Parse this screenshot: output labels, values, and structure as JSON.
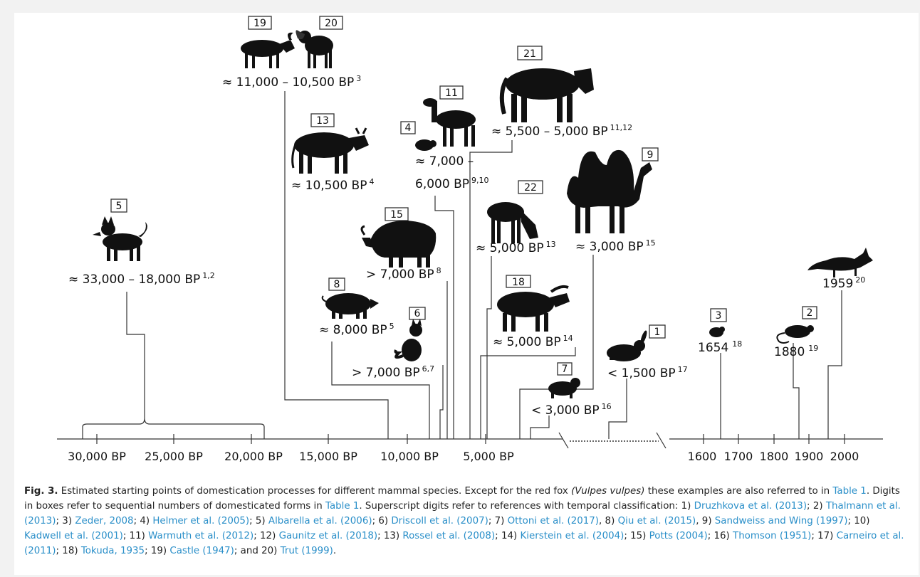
{
  "timeline": {
    "ticks": [
      "30,000 BP",
      "25,000 BP",
      "20,000 BP",
      "15,000 BP",
      "10,000 BP",
      "5,000 BP",
      "1600",
      "1700",
      "1800",
      "1900",
      "2000"
    ]
  },
  "species": [
    {
      "box": "5",
      "date": "≈ 33,000 – 18,000 BP",
      "sup": "1,2",
      "icon": "dog-icon"
    },
    {
      "box": "19",
      "date": "≈ 11,000 – 10,500 BP",
      "sup": "3",
      "icon": "goat-icon"
    },
    {
      "box": "20",
      "date": "",
      "sup": "",
      "icon": "sheep-icon"
    },
    {
      "box": "13",
      "date": "≈ 10,500 BP",
      "sup": "4",
      "icon": "cattle-icon"
    },
    {
      "box": "15",
      "date": "> 7,000 BP",
      "sup": "8",
      "icon": "yak-icon"
    },
    {
      "box": "8",
      "date": "≈ 8,000 BP",
      "sup": "5",
      "icon": "pig-icon"
    },
    {
      "box": "6",
      "date": "> 7,000 BP",
      "sup": "6,7",
      "icon": "cat-icon"
    },
    {
      "box": "4",
      "date": "≈ 7,000 –",
      "date2": "6,000 BP",
      "sup": "9,10",
      "icon": "guinea-pig-icon"
    },
    {
      "box": "11",
      "date": "",
      "sup": "",
      "icon": "llama-icon"
    },
    {
      "box": "21",
      "date": "≈ 5,500 – 5,000 BP",
      "sup": "11,12",
      "icon": "horse-icon"
    },
    {
      "box": "22",
      "date": "≈ 5,000 BP",
      "sup": "13",
      "icon": "donkey-icon"
    },
    {
      "box": "9",
      "date": "≈ 3,000 BP",
      "sup": "15",
      "icon": "camel-icon"
    },
    {
      "box": "18",
      "date": "≈ 5,000 BP",
      "sup": "14",
      "icon": "water-buffalo-icon"
    },
    {
      "box": "7",
      "date": "< 3,000 BP",
      "sup": "16",
      "icon": "ferret-icon"
    },
    {
      "box": "1",
      "date": "< 1,500 BP",
      "sup": "17",
      "icon": "rabbit-icon"
    },
    {
      "box": "3",
      "date": "1654",
      "sup": "18",
      "icon": "mouse-icon"
    },
    {
      "box": "2",
      "date": "1880",
      "sup": "19",
      "icon": "rat-icon"
    },
    {
      "box": "",
      "date": "1959",
      "sup": "20",
      "icon": "fox-icon"
    }
  ],
  "caption": {
    "label": "Fig. 3.",
    "line1": "Estimated starting points of domestication processes for different mammal species. Except for the red fox",
    "italic": "(Vulpes vulpes)",
    "line1b": "these examples are also referred",
    "line2a": "to in",
    "table_ref": "Table 1",
    "line2b": ". Digits in boxes refer to sequential numbers of domesticated forms in",
    "line2c": ". Superscript digits refer to references with temporal classification: 1)",
    "refs": [
      "Druzhkova et al. (2013)",
      "Thalmann et al. (2013)",
      "Zeder, 2008",
      "Helmer et al. (2005)",
      "Albarella et al. (2006)",
      "Driscoll et al. (2007)",
      "Ottoni et al. (2017)",
      "Qiu et al. (2015)",
      "Sandweiss and Wing (1997)",
      "Kadwell et al. (2001)",
      "Warmuth et al. (2012)",
      "Gaunitz et al. (2018)",
      "Rossel et al. (2008)",
      "Kierstein et al. (2004)",
      "Potts (2004)",
      "Thomson (1951)",
      "Carneiro et al. (2011)",
      "Tokuda, 1935",
      "Castle (1947)",
      "Trut (1999)"
    ]
  }
}
